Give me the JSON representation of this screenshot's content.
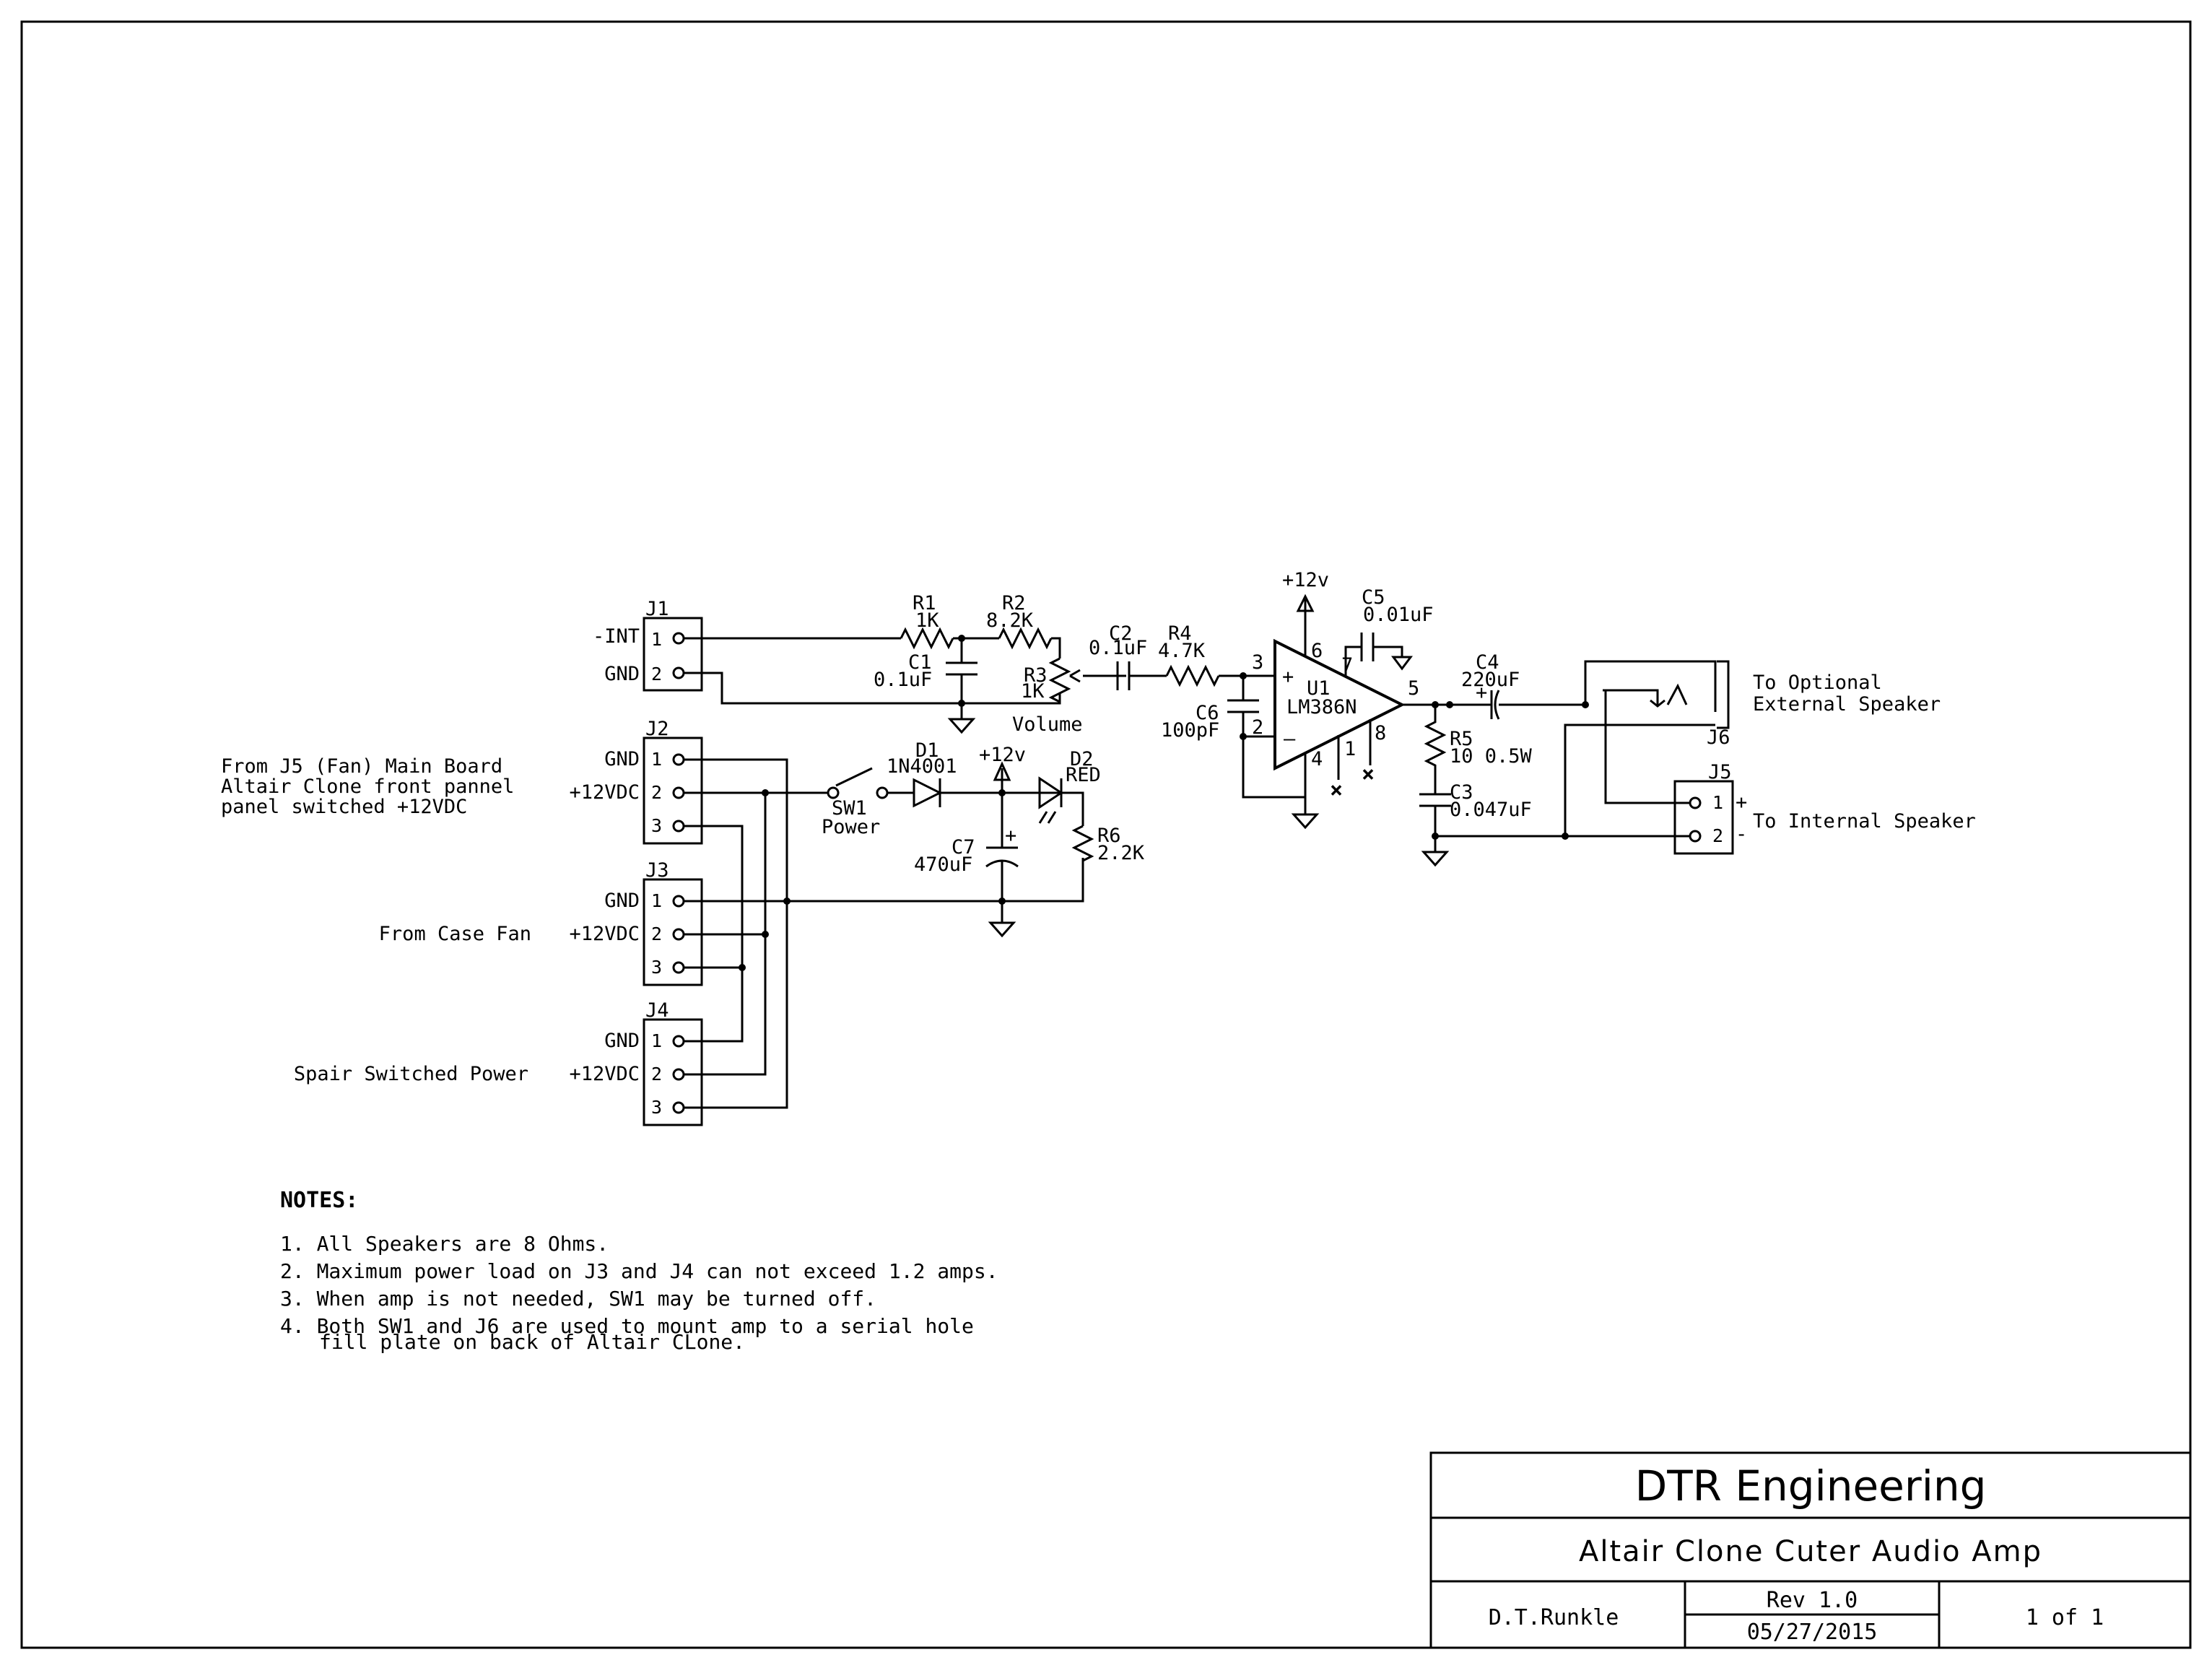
{
  "title_block": {
    "company": "DTR Engineering",
    "title": "Altair Clone Cuter Audio Amp",
    "author": "D.T.Runkle",
    "revision": "Rev 1.0",
    "date": "05/27/2015",
    "sheet": "1 of 1"
  },
  "notes": {
    "heading": "NOTES:",
    "items": [
      "1. All Speakers are 8 Ohms.",
      "2. Maximum power load on J3 and J4 can not exceed 1.2 amps.",
      "3. When amp is not needed, SW1 may be turned off.",
      "4. Both SW1 and J6 are used to mount amp to a serial hole",
      "fill plate on back of Altair CLone."
    ]
  },
  "connectors": {
    "j1": {
      "ref": "J1",
      "pin_labels": [
        "-INT",
        "GND"
      ],
      "pins": [
        "1",
        "2"
      ]
    },
    "j2": {
      "ref": "J2",
      "pin_labels": [
        "GND",
        "+12VDC"
      ],
      "pins": [
        "1",
        "2",
        "3"
      ],
      "description": [
        "From J5 (Fan) Main Board",
        "Altair Clone front pannel",
        "panel switched +12VDC"
      ]
    },
    "j3": {
      "ref": "J3",
      "pin_labels": [
        "GND",
        "+12VDC"
      ],
      "pins": [
        "1",
        "2",
        "3"
      ],
      "description": "From Case Fan"
    },
    "j4": {
      "ref": "J4",
      "pin_labels": [
        "GND",
        "+12VDC"
      ],
      "pins": [
        "1",
        "2",
        "3"
      ],
      "description": "Spair Switched Power"
    },
    "j5": {
      "ref": "J5",
      "pins": [
        "1",
        "2"
      ],
      "polarity": [
        "+",
        "-"
      ],
      "description": "To Internal Speaker"
    },
    "j6": {
      "ref": "J6",
      "description": [
        "To Optional",
        "External Speaker"
      ]
    }
  },
  "components": {
    "r1": {
      "ref": "R1",
      "value": "1K"
    },
    "r2": {
      "ref": "R2",
      "value": "8.2K"
    },
    "r3": {
      "ref": "R3",
      "value": "1K",
      "name": "Volume"
    },
    "r4": {
      "ref": "R4",
      "value": "4.7K"
    },
    "r5": {
      "ref": "R5",
      "value": "10 0.5W"
    },
    "r6": {
      "ref": "R6",
      "value": "2.2K"
    },
    "c1": {
      "ref": "C1",
      "value": "0.1uF"
    },
    "c2": {
      "ref": "C2",
      "value": "0.1uF"
    },
    "c3": {
      "ref": "C3",
      "value": "0.047uF"
    },
    "c4": {
      "ref": "C4",
      "value": "220uF"
    },
    "c5": {
      "ref": "C5",
      "value": "0.01uF"
    },
    "c6": {
      "ref": "C6",
      "value": "100pF"
    },
    "c7": {
      "ref": "C7",
      "value": "470uF"
    },
    "d1": {
      "ref": "D1",
      "value": "1N4001"
    },
    "d2": {
      "ref": "D2",
      "value": "RED"
    },
    "sw1": {
      "ref": "SW1",
      "name": "Power"
    },
    "u1": {
      "ref": "U1",
      "value": "LM386N",
      "pins": {
        "p1": "1",
        "p2": "2",
        "p3": "3",
        "p4": "4",
        "p5": "5",
        "p6": "6",
        "p7": "7",
        "p8": "8"
      }
    }
  },
  "power_labels": {
    "u1_supply": "+12v",
    "led_supply": "+12v"
  },
  "symbols": {
    "plus": "+",
    "minus": "–",
    "nc": "×"
  }
}
